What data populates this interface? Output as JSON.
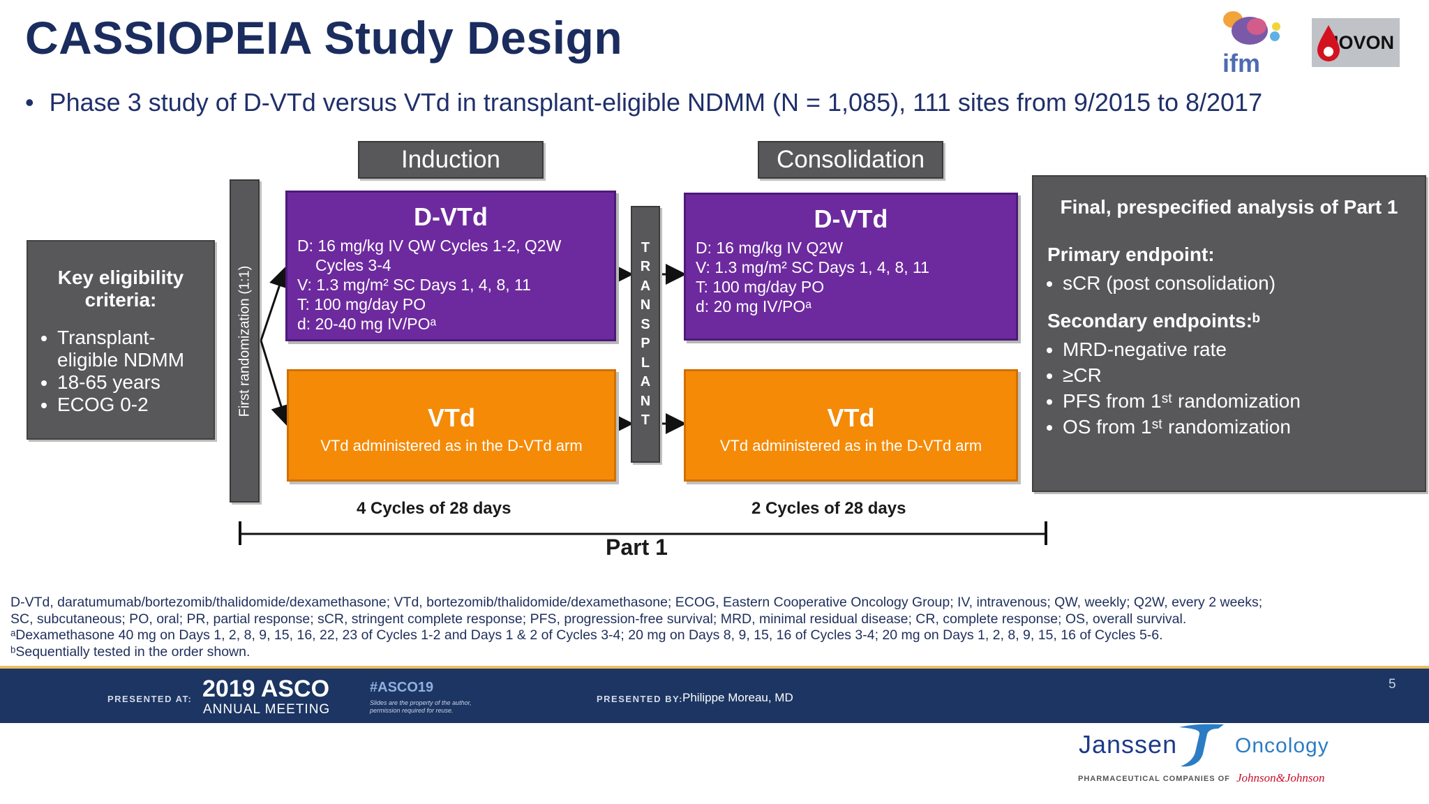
{
  "header": {
    "title": "CASSIOPEIA Study Design",
    "subtitle": "Phase 3 study of D-VTd versus VTd in transplant-eligible NDMM (N = 1,085), 111 sites from 9/2015 to 8/2017"
  },
  "logos": {
    "ifm": "ifm",
    "hovon": "HOVON"
  },
  "phases": {
    "induction": "Induction",
    "consolidation": "Consolidation"
  },
  "eligibility": {
    "heading": "Key eligibility criteria:",
    "items": [
      "Transplant-eligible NDMM",
      "18-65 years",
      "ECOG 0-2"
    ]
  },
  "randomization_label": "First randomization (1:1)",
  "transplant_letters": [
    "T",
    "R",
    "A",
    "N",
    "S",
    "P",
    "L",
    "A",
    "N",
    "T"
  ],
  "induction": {
    "dvtd": {
      "name": "D-VTd",
      "lines": [
        "D: 16 mg/kg IV QW Cycles 1-2, Q2W",
        "Cycles 3-4",
        "V: 1.3 mg/m² SC Days 1, 4, 8, 11",
        "T: 100 mg/day PO",
        "d: 20-40 mg IV/POᵃ"
      ]
    },
    "vtd": {
      "name": "VTd",
      "desc": "VTd administered as in the D-VTd arm"
    },
    "cycles": "4 Cycles of 28 days"
  },
  "consolidation": {
    "dvtd": {
      "name": "D-VTd",
      "lines": [
        "D: 16 mg/kg IV Q2W",
        "V: 1.3 mg/m² SC Days 1, 4, 8, 11",
        "T: 100 mg/day PO",
        "d: 20 mg IV/POᵃ"
      ]
    },
    "vtd": {
      "name": "VTd",
      "desc": "VTd administered as in the D-VTd arm"
    },
    "cycles": "2 Cycles of 28 days"
  },
  "part_label": "Part 1",
  "final": {
    "heading": "Final, prespecified analysis of Part 1",
    "primary_heading": "Primary endpoint:",
    "primary_items": [
      "sCR (post consolidation)"
    ],
    "secondary_heading": "Secondary endpoints:ᵇ",
    "secondary_items": [
      "MRD-negative rate",
      "≥CR",
      "PFS from 1ˢᵗ randomization",
      "OS from 1ˢᵗ randomization"
    ]
  },
  "footnotes": [
    "D-VTd, daratumumab/bortezomib/thalidomide/dexamethasone; VTd, bortezomib/thalidomide/dexamethasone; ECOG, Eastern Cooperative Oncology Group; IV, intravenous; QW, weekly; Q2W, every 2 weeks;",
    "SC, subcutaneous; PO, oral; PR, partial response; sCR, stringent complete response; PFS, progression-free survival; MRD, minimal residual disease; CR, complete response; OS, overall survival.",
    "ᵃDexamethasone 40 mg on Days 1, 2, 8, 9, 15, 16, 22, 23 of Cycles 1-2 and Days 1 & 2 of Cycles 3-4; 20 mg on Days 8, 9, 15, 16 of Cycles 3-4; 20 mg on Days 1, 2, 8, 9, 15, 16 of Cycles 5-6.",
    "ᵇSequentially tested in the order shown."
  ],
  "footer": {
    "presented_at": "PRESENTED AT:",
    "asco_year": "2019 ASCO",
    "asco_sub": "ANNUAL MEETING",
    "hashtag": "#ASCO19",
    "hashtag_note_1": "Slides are the property of the author,",
    "hashtag_note_2": "permission required for reuse.",
    "presented_by": "PRESENTED BY:",
    "presenter": "Philippe Moreau, MD",
    "page_number": "5"
  },
  "sponsor": {
    "janssen": "Janssen",
    "oncology": "Oncology",
    "pharma": "PHARMACEUTICAL COMPANIES OF",
    "jnj": "Johnson&Johnson"
  },
  "colors": {
    "title": "#1b2c5e",
    "purple_arm": "#6d2a9e",
    "orange_arm": "#f58a07",
    "grey_box": "#58585a",
    "footer_bar": "#1c3562"
  }
}
